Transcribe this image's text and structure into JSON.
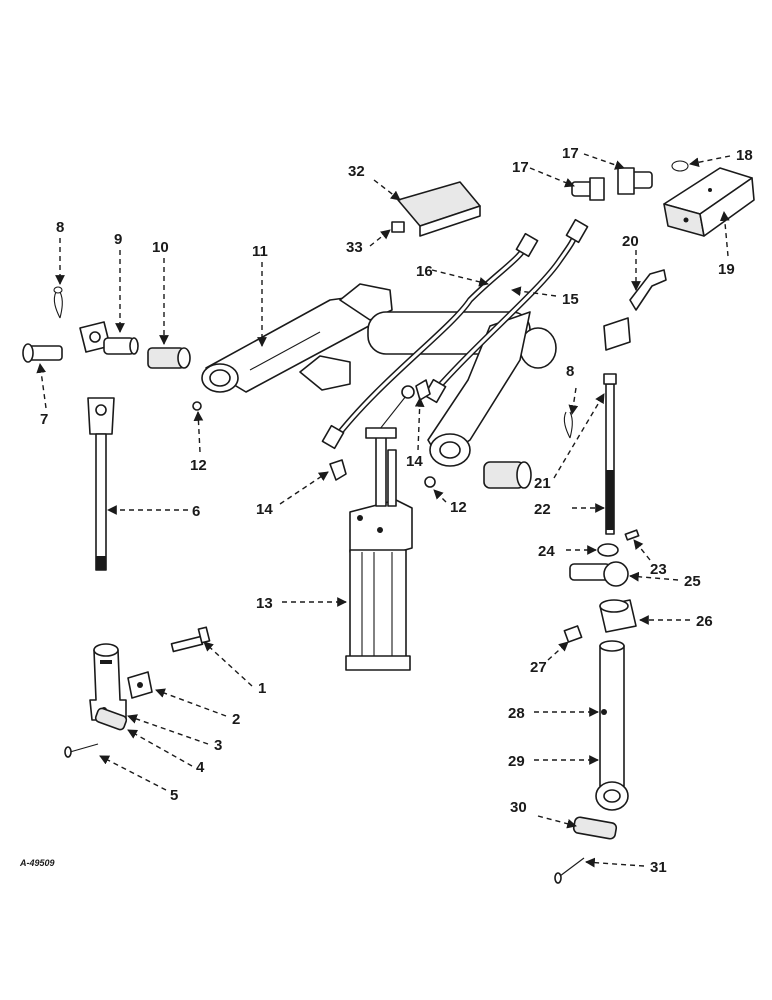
{
  "figure_id": "A-49509",
  "callouts": [
    "1",
    "2",
    "3",
    "4",
    "5",
    "6",
    "7",
    "8",
    "8",
    "9",
    "10",
    "11",
    "12",
    "12",
    "13",
    "14",
    "14",
    "15",
    "16",
    "17",
    "17",
    "18",
    "19",
    "20",
    "21",
    "22",
    "23",
    "24",
    "25",
    "26",
    "27",
    "28",
    "29",
    "30",
    "31",
    "32",
    "33"
  ],
  "colors": {
    "ink": "#1a1a1a",
    "paper": "#ffffff",
    "shade": "#e8e8e8"
  }
}
